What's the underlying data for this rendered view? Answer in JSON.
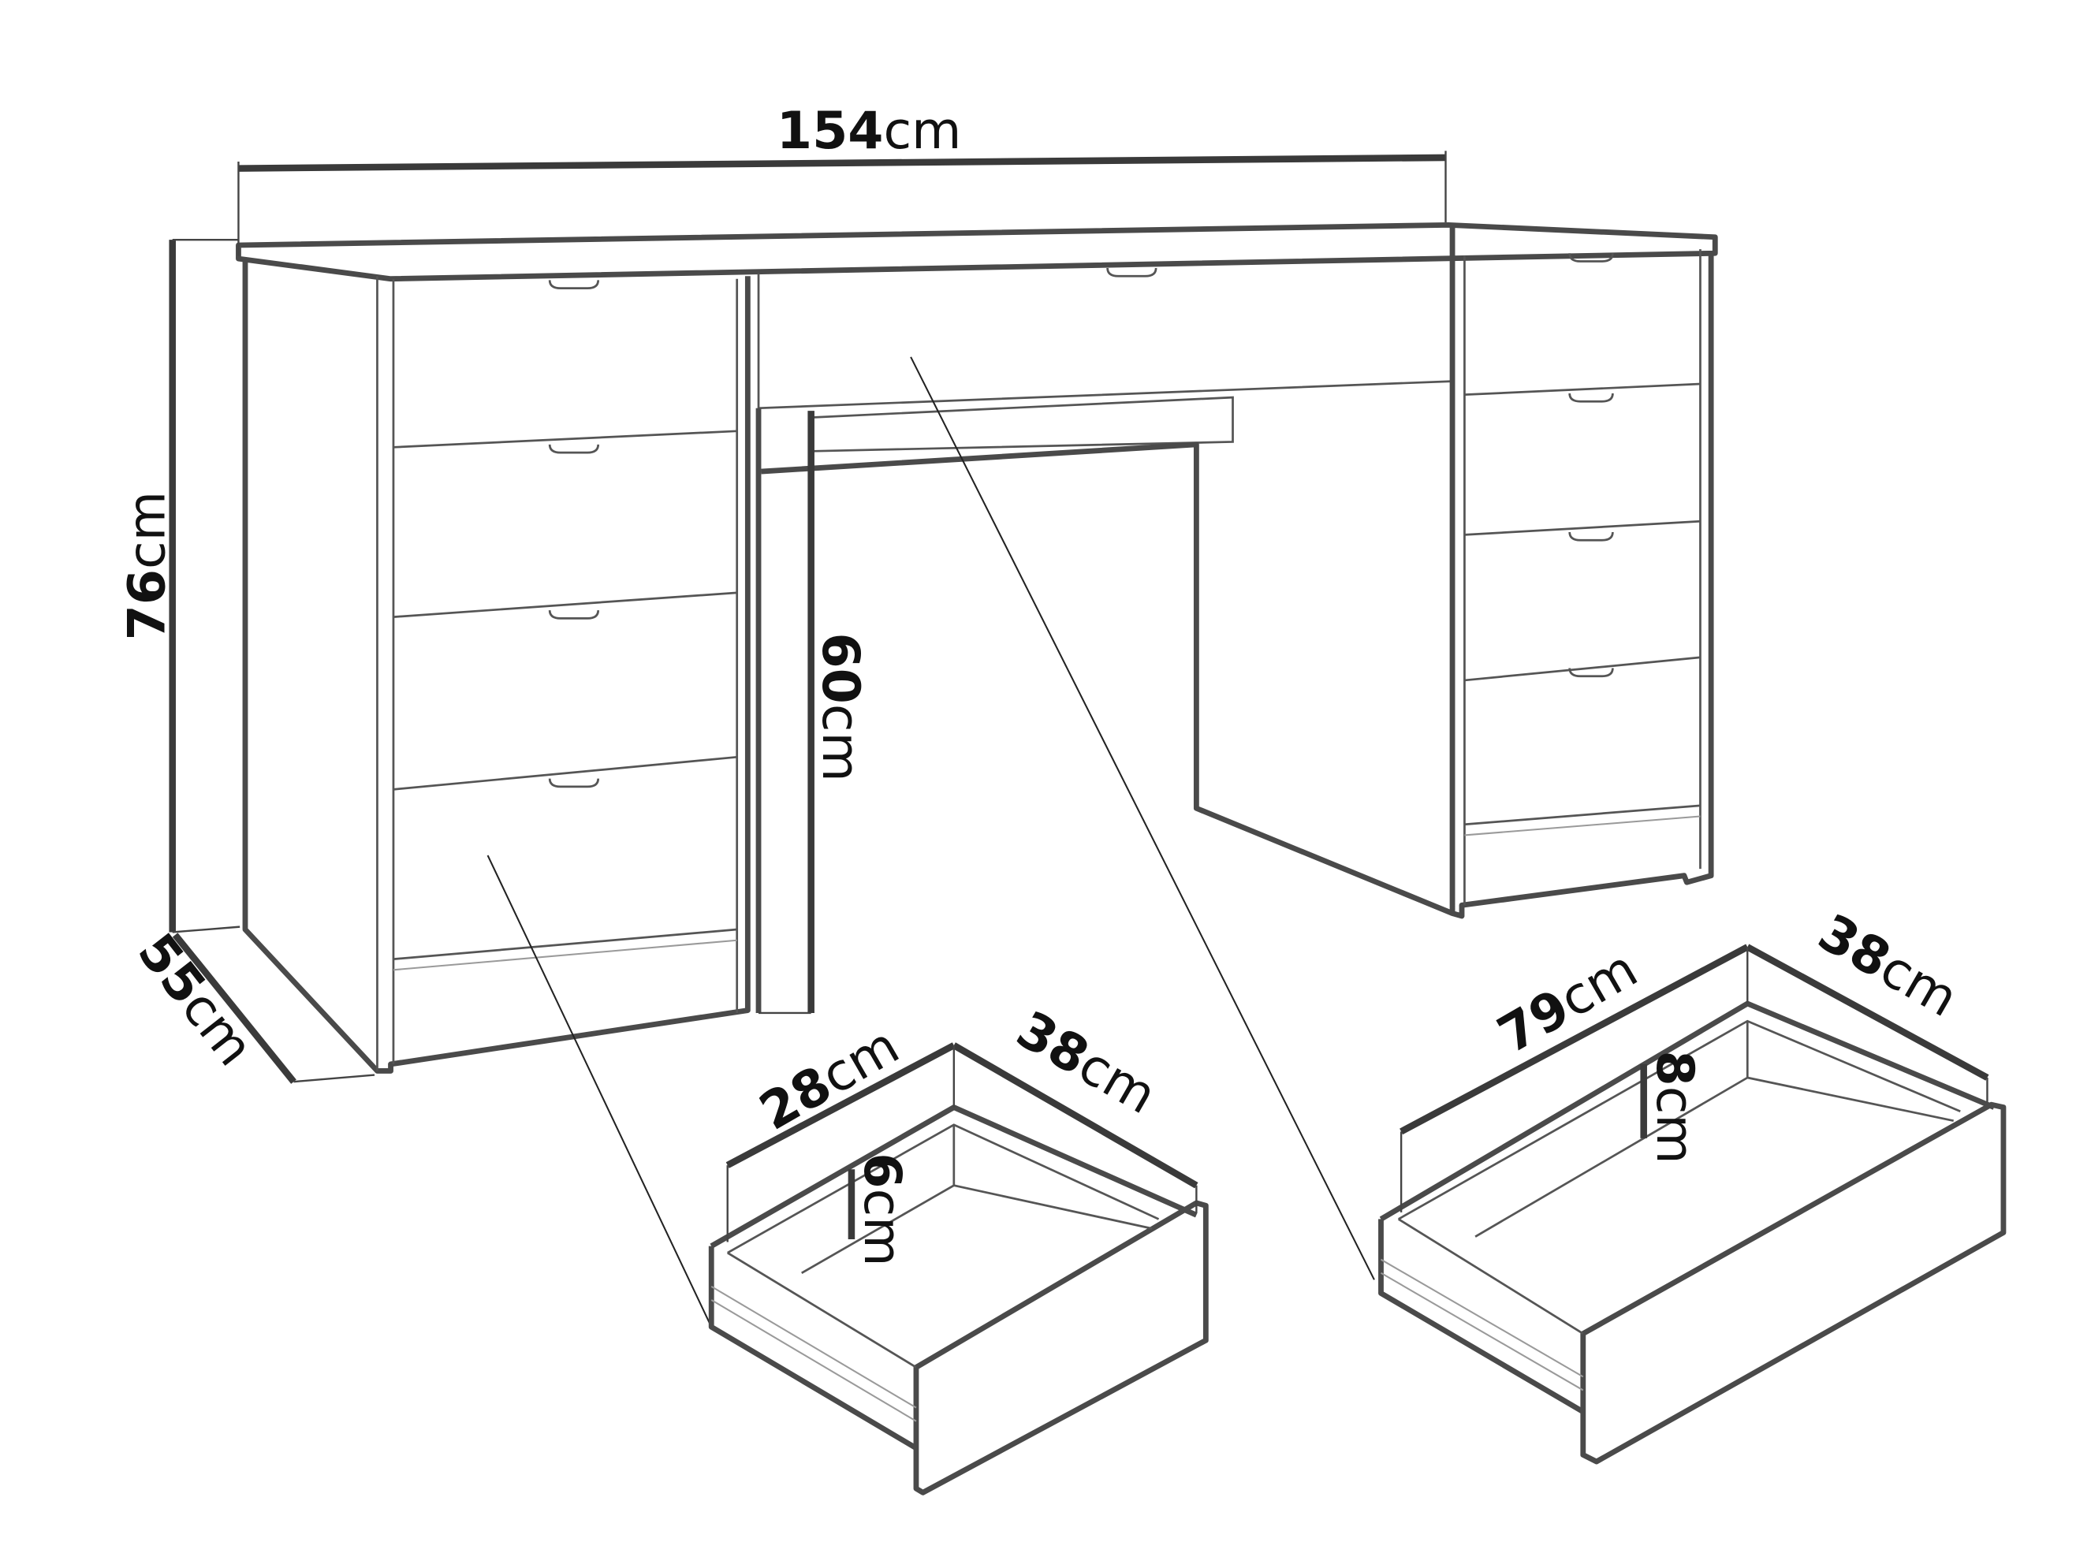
{
  "dimensions": {
    "desk_width": {
      "value": "154",
      "unit": "cm"
    },
    "desk_height": {
      "value": "76",
      "unit": "cm"
    },
    "desk_depth": {
      "value": "55",
      "unit": "cm"
    },
    "knee_clearance": {
      "value": "60",
      "unit": "cm"
    },
    "small_drawer_width": {
      "value": "28",
      "unit": "cm"
    },
    "small_drawer_depth": {
      "value": "38",
      "unit": "cm"
    },
    "small_drawer_height": {
      "value": "6",
      "unit": "cm"
    },
    "large_drawer_width": {
      "value": "79",
      "unit": "cm"
    },
    "large_drawer_depth": {
      "value": "38",
      "unit": "cm"
    },
    "large_drawer_height": {
      "value": "8",
      "unit": "cm"
    }
  },
  "colors": {
    "line": "#4a4a4a",
    "text": "#111111",
    "background": "#ffffff"
  }
}
